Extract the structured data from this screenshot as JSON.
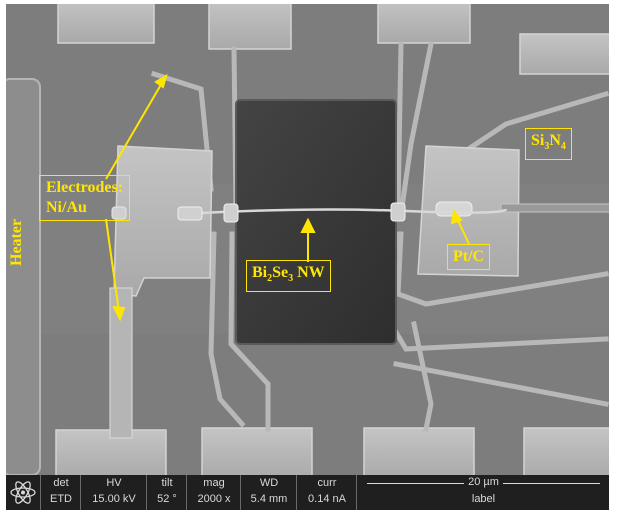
{
  "image": {
    "description_free": true,
    "colors": {
      "substrate": "#7d7d7d",
      "electrode": "#b9b9b9",
      "trench": "#3a3a3a",
      "annotation": "#ffe600",
      "info_bar": "#1f1f1f"
    }
  },
  "annotations": {
    "heater": "Heater",
    "electrodes_line1": "Electrodes:",
    "electrodes_line2": "Ni/Au",
    "si3n4_base": "Si",
    "si3n4_sub1": "3",
    "si3n4_mid": "N",
    "si3n4_sub2": "4",
    "nw_bi": "Bi",
    "nw_sub1": "2",
    "nw_se": "Se",
    "nw_sub2": "3",
    "nw_suffix": " NW",
    "ptc": "Pt/C"
  },
  "info_bar": {
    "logo_icon": "fei-atom-icon",
    "cells": [
      {
        "header": "det",
        "value": "ETD"
      },
      {
        "header": "HV",
        "value": "15.00 kV"
      },
      {
        "header": "tilt",
        "value": "52 °"
      },
      {
        "header": "mag",
        "value": "2000 x"
      },
      {
        "header": "WD",
        "value": "5.4 mm"
      },
      {
        "header": "curr",
        "value": "0.14 nA"
      }
    ],
    "scale": "20 µm",
    "label": "label"
  }
}
